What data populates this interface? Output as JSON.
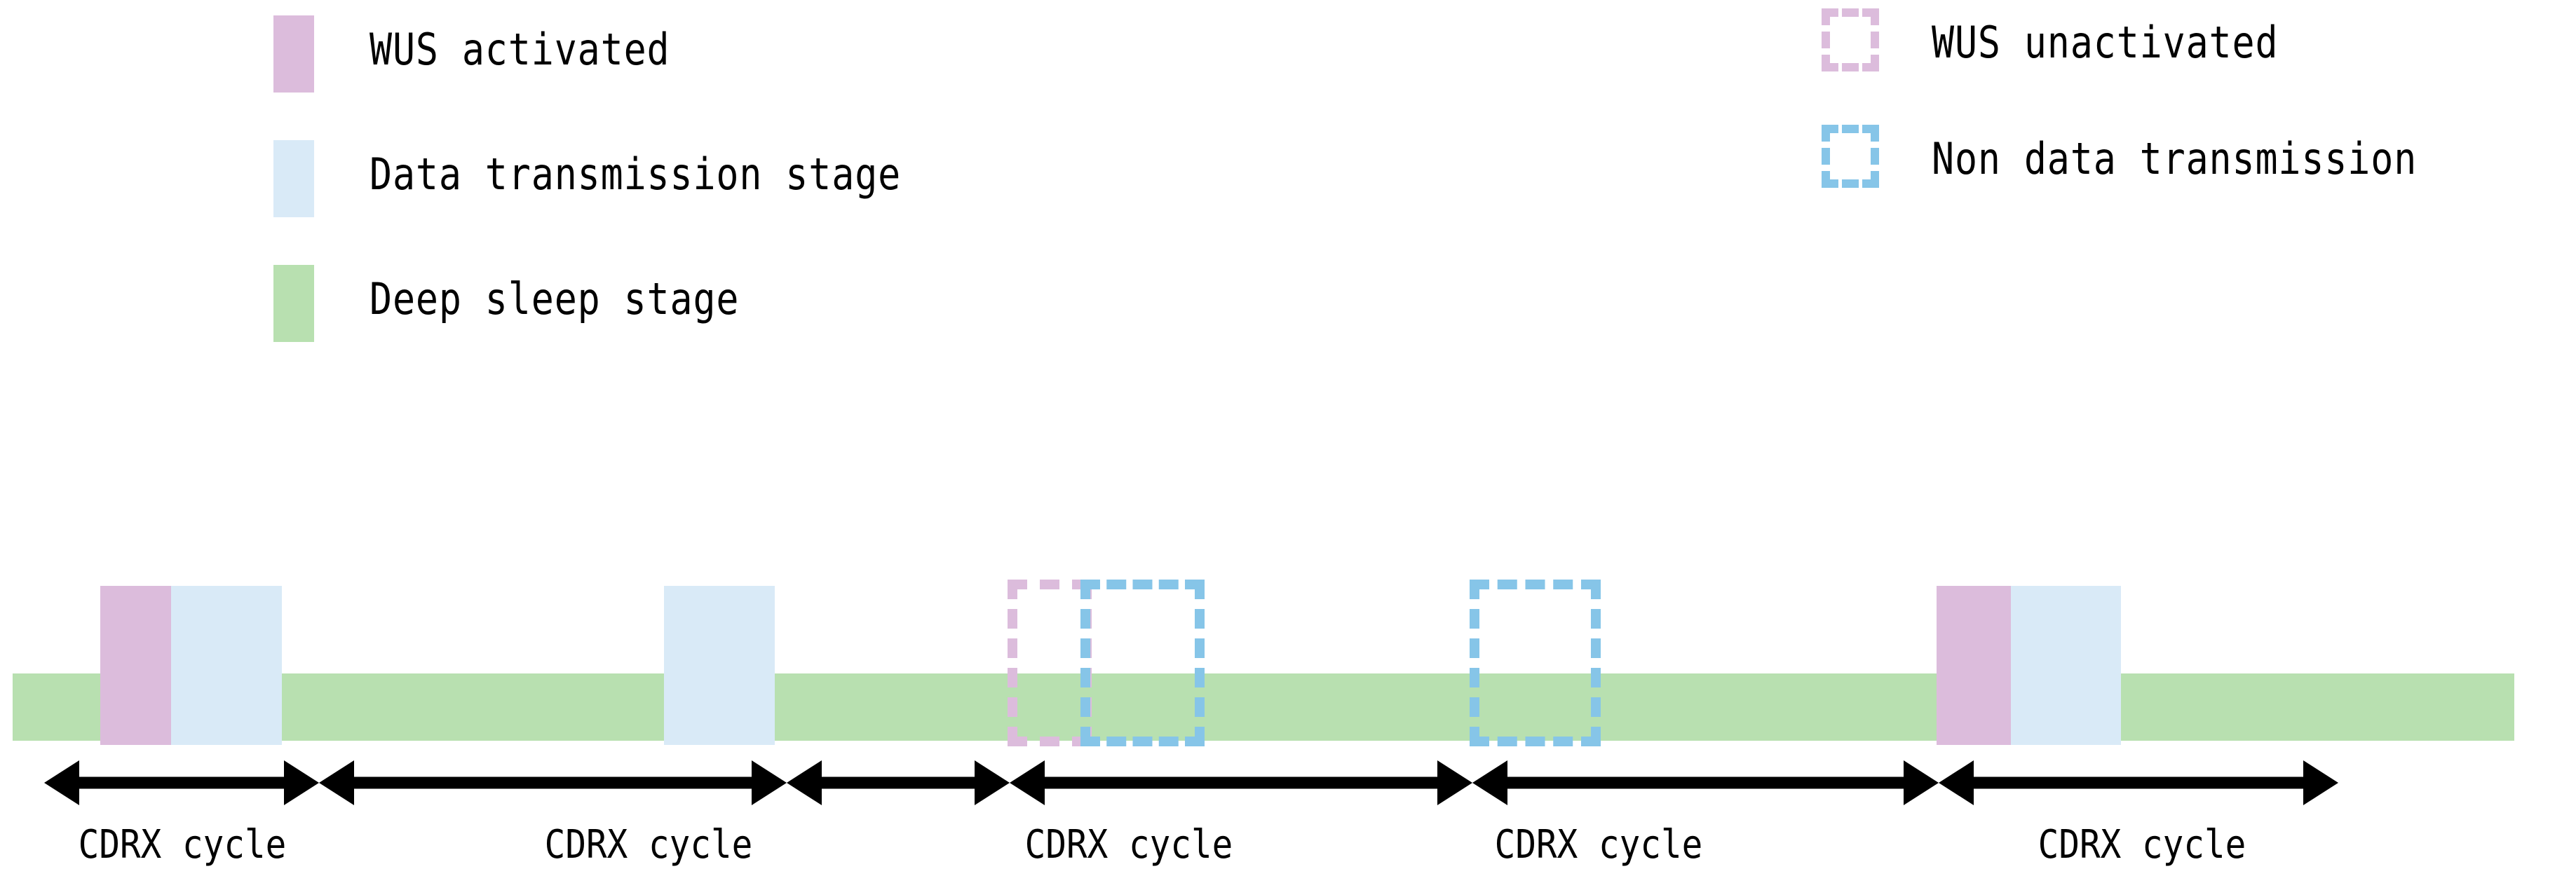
{
  "legend": {
    "left_items": [
      {
        "label": "WUS activated",
        "swatch": "solid-square",
        "color": "#dcbcdc",
        "style": "solid"
      },
      {
        "label": "Data transmission stage",
        "swatch": "solid-square",
        "color": "#d9eaf7",
        "style": "solid"
      },
      {
        "label": "Deep sleep stage",
        "swatch": "solid-square",
        "color": "#b8e0b0",
        "style": "solid"
      }
    ],
    "right_items": [
      {
        "label": "WUS unactivated",
        "swatch": "dashed-square",
        "color": "#dcbcdc",
        "style": "dashed"
      },
      {
        "label": "Non data transmission",
        "swatch": "dashed-square",
        "color": "#86c5e8",
        "style": "dashed"
      }
    ]
  },
  "timeline": {
    "cycle_label": "CDRX cycle",
    "cycles": [
      {
        "index": 1,
        "label": "CDRX cycle",
        "wus": "activated",
        "data": "transmission"
      },
      {
        "index": 2,
        "label": "CDRX cycle",
        "wus": "none",
        "data": "transmission"
      },
      {
        "index": 3,
        "label": "CDRX cycle",
        "wus": "unactivated",
        "data": "non-transmission"
      },
      {
        "index": 4,
        "label": "CDRX cycle",
        "wus": "none",
        "data": "non-transmission"
      },
      {
        "index": 5,
        "label": "CDRX cycle",
        "wus": "activated",
        "data": "transmission"
      }
    ]
  },
  "colors": {
    "wus_activated": "#dcbcdc",
    "data_transmission": "#d9eaf7",
    "deep_sleep": "#b8e0b0",
    "wus_unactivated_dash": "#dcbcdc",
    "non_data_dash": "#86c5e8",
    "arrow": "#000000",
    "background": "#ffffff"
  }
}
